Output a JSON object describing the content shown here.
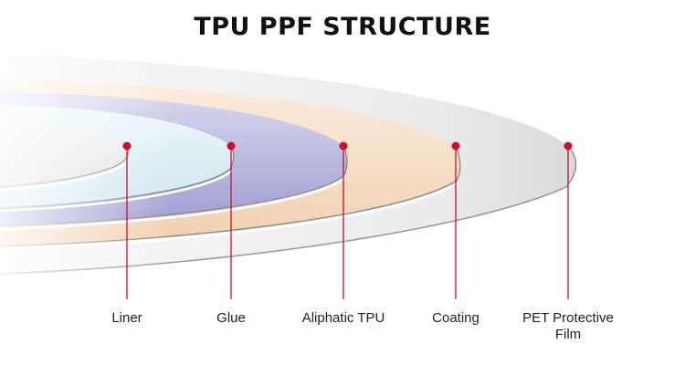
{
  "title": "TPU PPF STRUCTURE",
  "layers": [
    {
      "label": "Liner",
      "color": "#e6e6e6"
    },
    {
      "label": "Glue",
      "color": "#dff0f4"
    },
    {
      "label": "Aliphatic TPU",
      "color": "#b6b6dd"
    },
    {
      "label": "Coating",
      "color": "#f5dcc6"
    },
    {
      "label": "PET Protective\nFilm",
      "color": "#f0f0f0"
    }
  ],
  "colors": {
    "marker": "#c8102e",
    "edge": "#8a8a8a",
    "title": "#111111"
  }
}
